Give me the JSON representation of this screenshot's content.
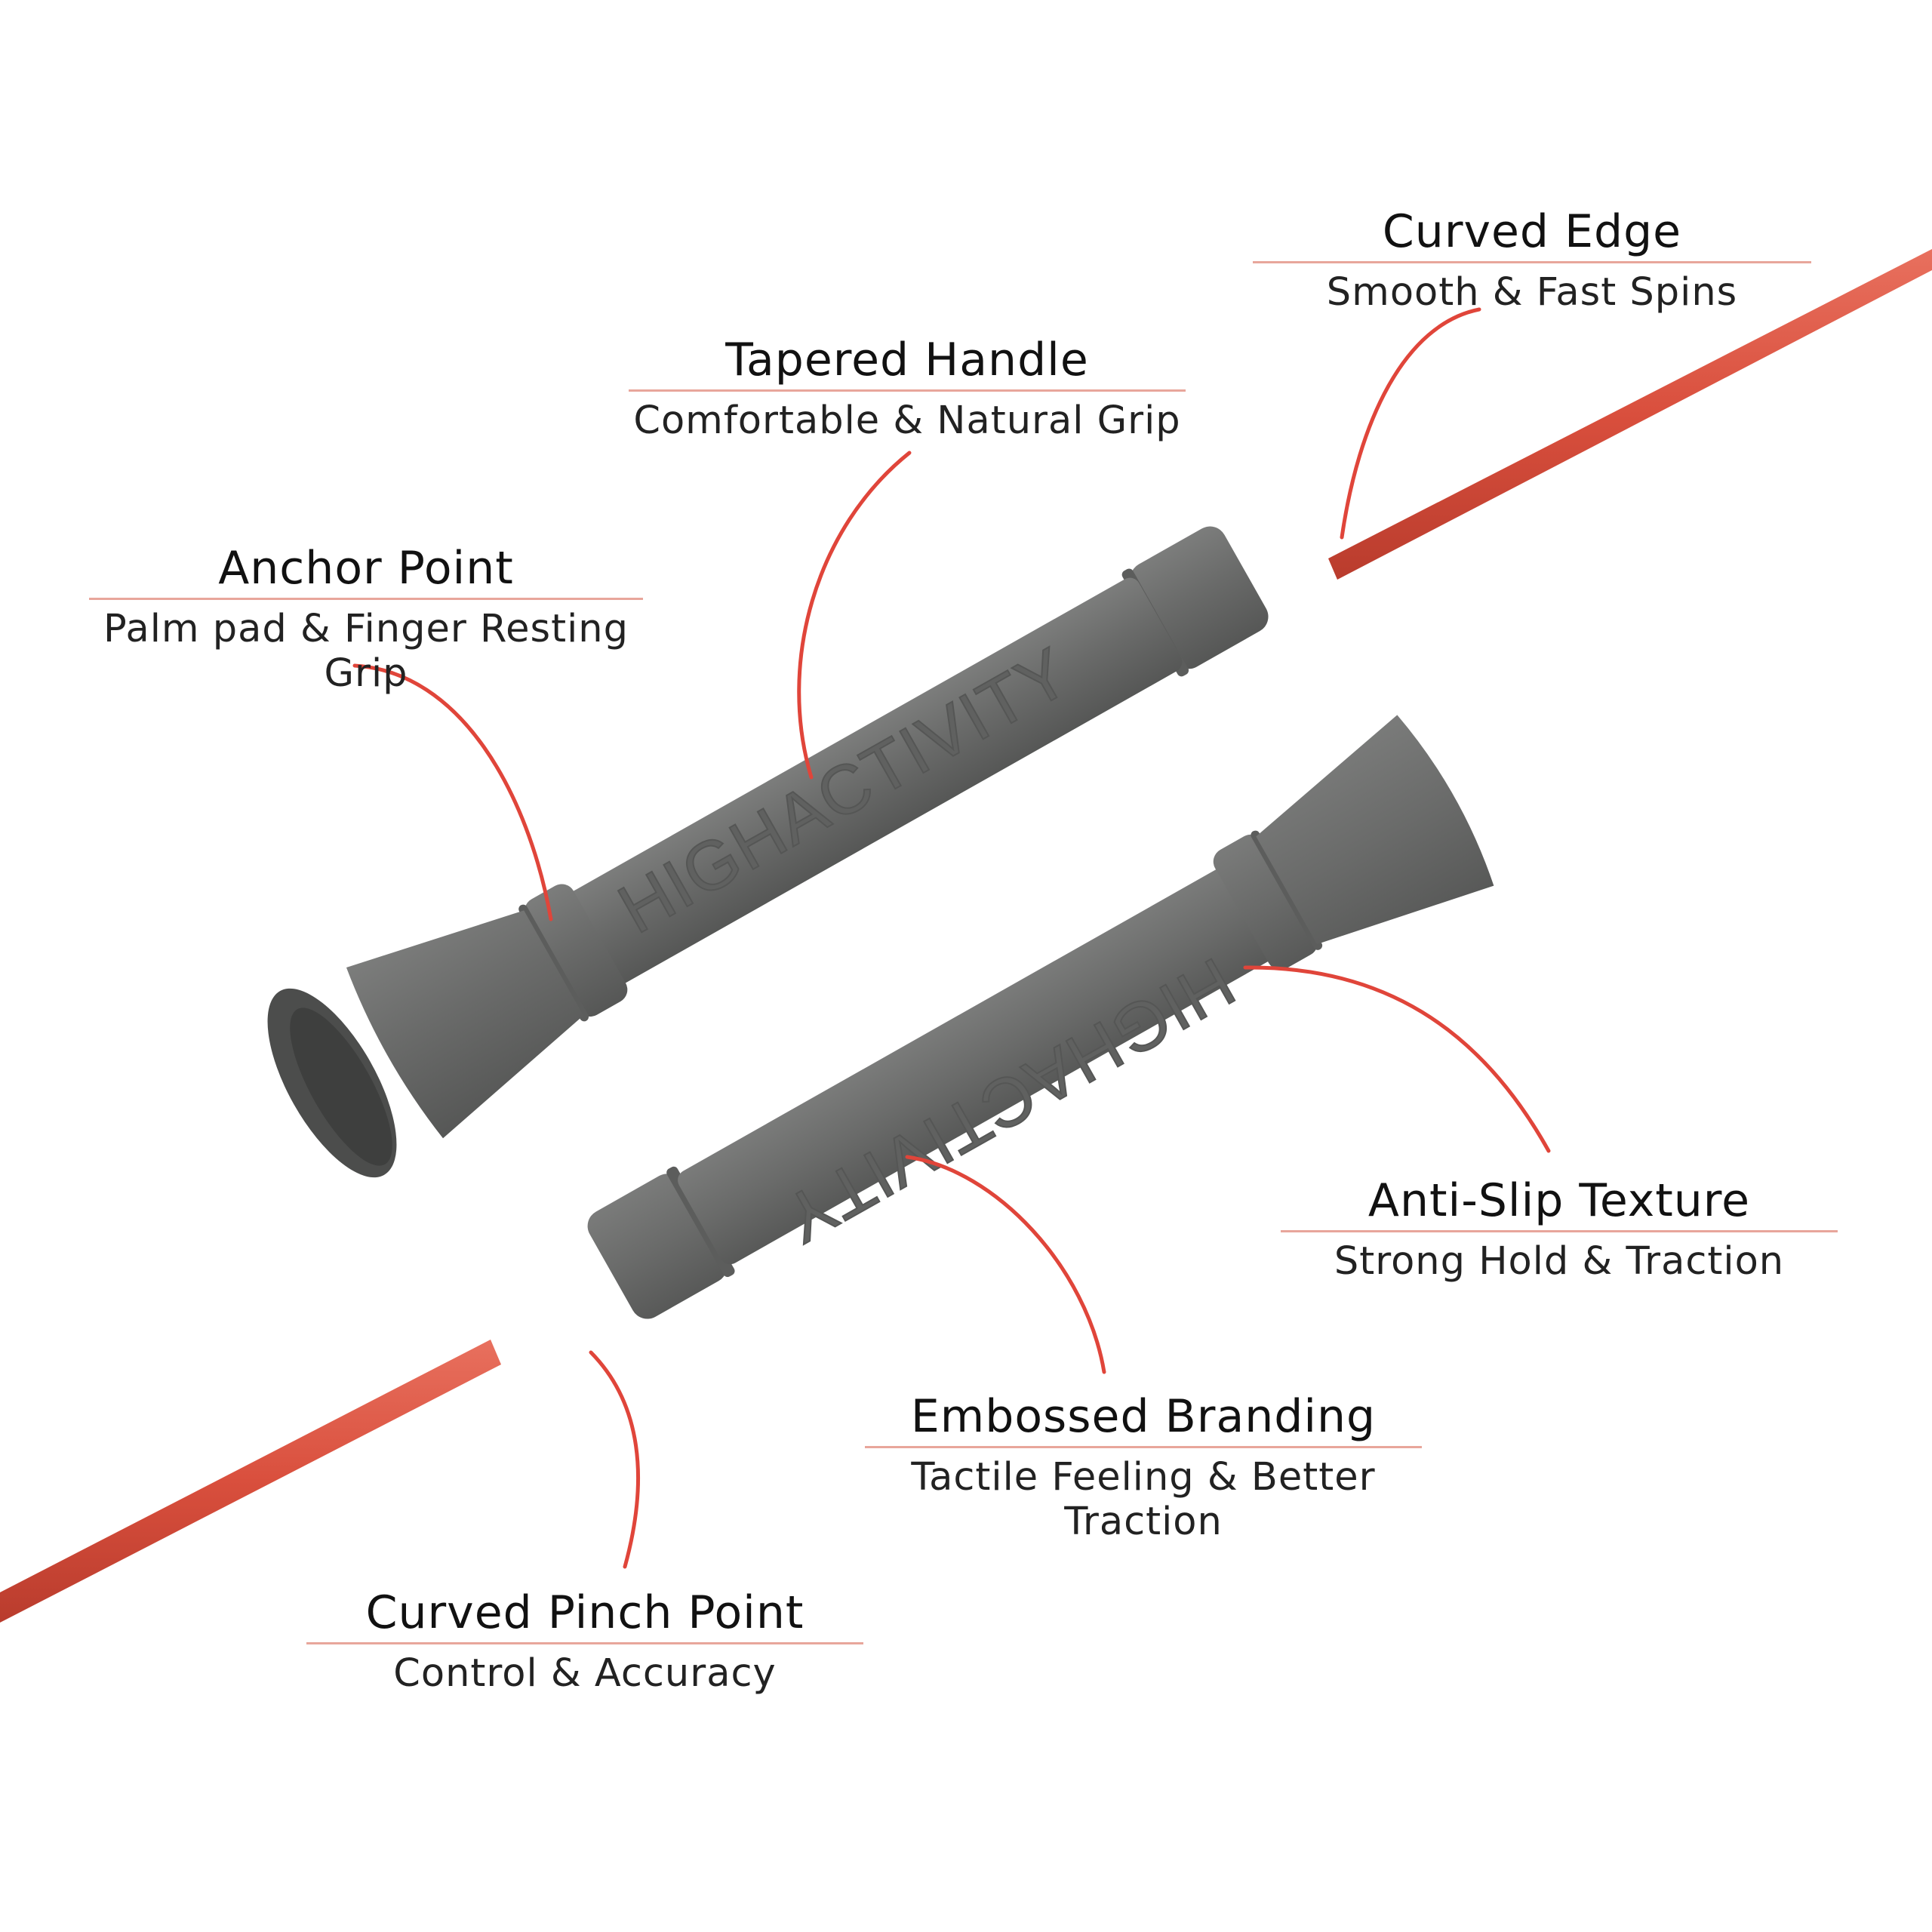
{
  "colors": {
    "background": "#ffffff",
    "handle": "#6a6b6a",
    "handle_dark": "#575857",
    "handle_light": "#7a7b7a",
    "cable": "#d94f3d",
    "leader": "#e0453a",
    "rule": "#e8a69b"
  },
  "brand": {
    "embossed_text": "HIGHACTIVITY"
  },
  "callouts": {
    "curved_edge": {
      "title": "Curved Edge",
      "subtitle": "Smooth & Fast Spins"
    },
    "tapered_handle": {
      "title": "Tapered Handle",
      "subtitle": "Comfortable & Natural Grip"
    },
    "anchor_point": {
      "title": "Anchor Point",
      "subtitle": "Palm pad & Finger Resting Grip"
    },
    "anti_slip": {
      "title": "Anti-Slip Texture",
      "subtitle": "Strong Hold & Traction"
    },
    "embossed_branding": {
      "title": "Embossed Branding",
      "subtitle": "Tactile Feeling & Better Traction"
    },
    "curved_pinch": {
      "title": "Curved Pinch Point",
      "subtitle": "Control & Accuracy"
    }
  }
}
